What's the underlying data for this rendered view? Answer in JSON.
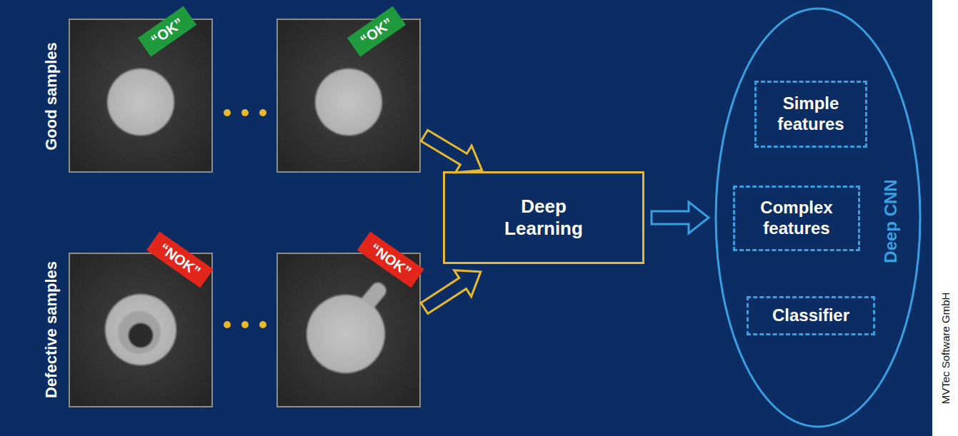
{
  "diagram": {
    "nodes": [
      {
        "text": [
          "“OK”"
        ]
      },
      {
        "text": [
          "“OK”"
        ]
      },
      {
        "text": [
          "“NOK”"
        ]
      },
      {
        "text": [
          "“NOK”"
        ]
      },
      {
        "text": [
          "Deep Learning"
        ]
      },
      {
        "text": [
          "Deep CNN"
        ]
      },
      {
        "text": [
          "Simple features"
        ],
        "in": 5
      },
      {
        "text": [
          "Complex features"
        ],
        "in": 5
      },
      {
        "text": [
          "Classifier"
        ],
        "in": 5
      }
    ],
    "edges": [
      {
        "from": 4,
        "to": 5,
        "arrow": "to"
      }
    ],
    "labels": [
      "Good samples",
      "Defective samples",
      "MVTec Software GmbH"
    ]
  }
}
